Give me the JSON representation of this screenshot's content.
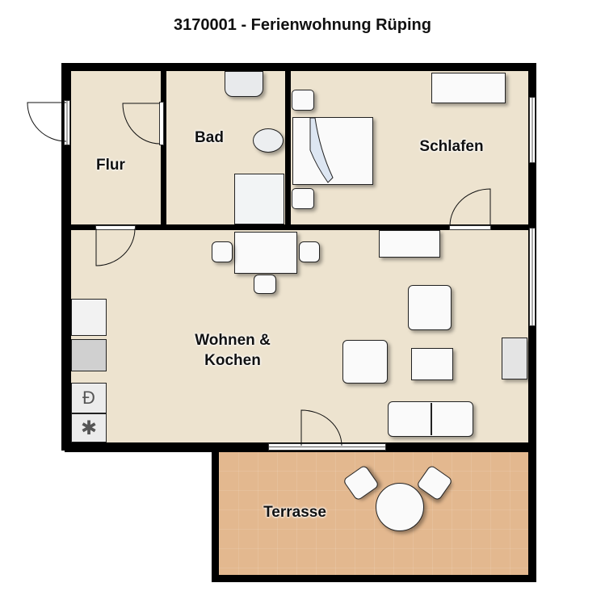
{
  "title": "3170001 - Ferienwohnung Rüping",
  "rooms": [
    {
      "id": "flur",
      "label": "Flur"
    },
    {
      "id": "bad",
      "label": "Bad"
    },
    {
      "id": "schlafen",
      "label": "Schlafen"
    },
    {
      "id": "wohnen",
      "label_line1": "Wohnen &",
      "label_line2": "Kochen"
    },
    {
      "id": "terrasse",
      "label": "Terrasse"
    }
  ],
  "colors": {
    "floor": "#ede3cf",
    "terrace": "#e3b88f",
    "wall": "#000000"
  },
  "kitchen_icons": {
    "dishwasher": "Ð",
    "fridge": "✱"
  }
}
